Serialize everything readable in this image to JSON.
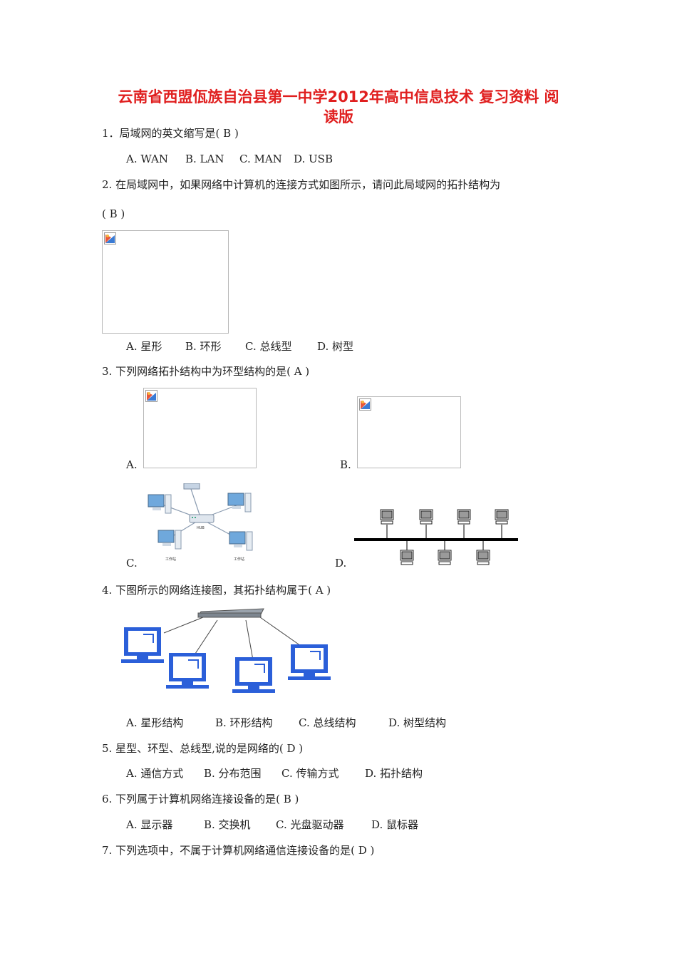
{
  "title": {
    "line1": "云南省西盟佤族自治县第一中学2012年高中信息技术 复习资料 阅",
    "line2": "读版"
  },
  "q1": {
    "stem": "1．局域网的英文缩写是( B )",
    "a": "A. WAN",
    "b": "B. LAN",
    "c": "C. MAN",
    "d": "D. USB"
  },
  "q2": {
    "stem": "2. 在局域网中，如果网络中计算机的连接方式如图所示，请问此局域网的拓扑结构为",
    "stem2": "( B )",
    "a": "A. 星形",
    "b": "B. 环形",
    "c": "C. 总线型",
    "d": "D. 树型"
  },
  "q3": {
    "stem": "3. 下列网络拓扑结构中为环型结构的是( A )",
    "a": "A.",
    "b": "B.",
    "c": "C.",
    "d": "D.",
    "hub_label": "HUB",
    "ws1": "工作站",
    "ws2": "工作站"
  },
  "q4": {
    "stem": "4. 下图所示的网络连接图，其拓扑结构属于( A )",
    "a": "A. 星形结构",
    "b": "B. 环形结构",
    "c": "C. 总线结构",
    "d": "D. 树型结构"
  },
  "q5": {
    "stem": "5. 星型、环型、总线型,说的是网络的( D )",
    "a": "A. 通信方式",
    "b": "B. 分布范围",
    "c": "C. 传输方式",
    "d": "D. 拓扑结构"
  },
  "q6": {
    "stem": "6. 下列属于计算机网络连接设备的是( B )",
    "a": "A. 显示器",
    "b": "B. 交换机",
    "c": "C. 光盘驱动器",
    "d": "D. 鼠标器"
  },
  "q7": {
    "stem": "7. 下列选项中，不属于计算机网络通信连接设备的是( D )"
  },
  "colors": {
    "title": "#e01f1f",
    "monitor": "#2b5fd9",
    "bus": "#000000"
  }
}
